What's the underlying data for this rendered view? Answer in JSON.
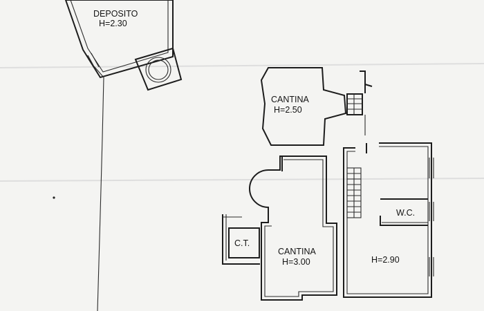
{
  "rooms": {
    "deposito": {
      "name": "DEPOSITO",
      "height": "H=2.30"
    },
    "cantina_upper": {
      "name": "CANTINA",
      "height": "H=2.50"
    },
    "centrale_termica": {
      "name": "C.T."
    },
    "cantina_lower": {
      "name": "CANTINA",
      "height": "H=3.00"
    },
    "bagno": {
      "name": "W.C."
    },
    "vano": {
      "height": "H=2.90"
    }
  },
  "colors": {
    "paper": "#f4f4f2",
    "ink": "#1c1c1c"
  }
}
